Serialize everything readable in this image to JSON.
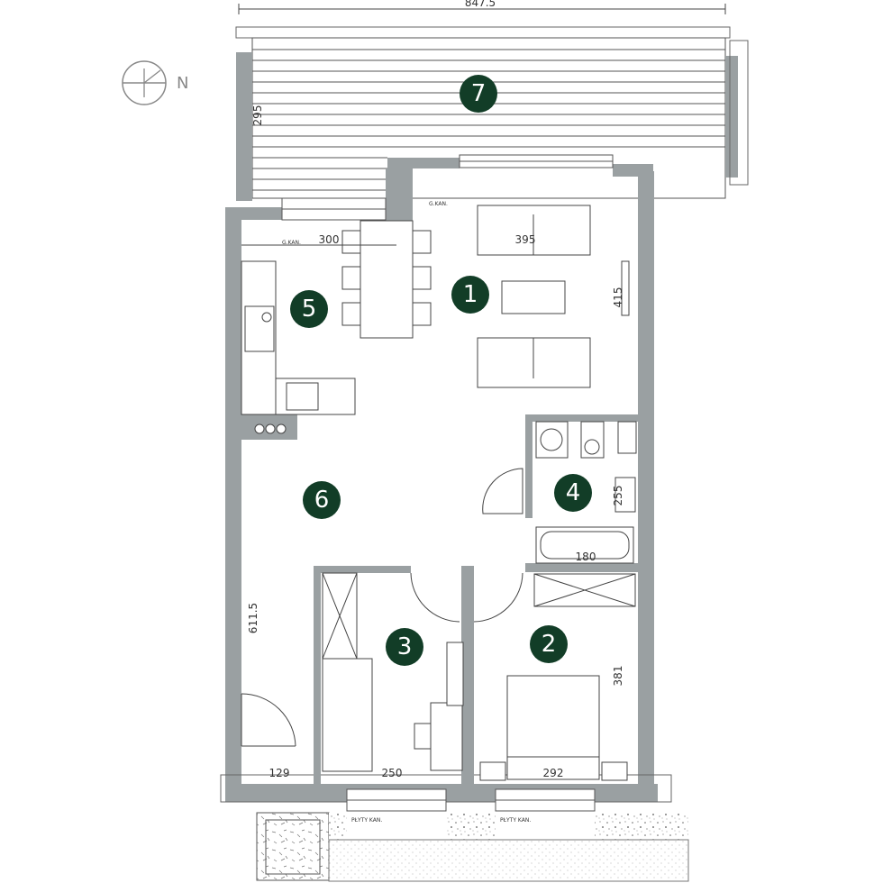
{
  "compass": {
    "label": "N"
  },
  "dimensions": {
    "overall_width": "847.5",
    "terrace_depth": "295",
    "kitchen_width": "300",
    "living_width": "395",
    "living_depth": "415",
    "hall_length": "611.5",
    "bath_width": "180",
    "bath_small": "255",
    "bedroom2_depth": "381",
    "hall_width": "129",
    "bedroom3_width": "250",
    "bedroom2_width": "292"
  },
  "notes": {
    "channel_1": "G.KAN.",
    "channel_2": "G.KAN.",
    "plate_1": "PŁYTY KAN.",
    "plate_2": "PŁYTY KAN."
  },
  "rooms": [
    {
      "number": "1"
    },
    {
      "number": "2"
    },
    {
      "number": "3"
    },
    {
      "number": "4"
    },
    {
      "number": "5"
    },
    {
      "number": "6"
    },
    {
      "number": "7"
    }
  ],
  "colors": {
    "badge": "#123d27",
    "wall": "#9aa0a2",
    "line": "#555555"
  }
}
